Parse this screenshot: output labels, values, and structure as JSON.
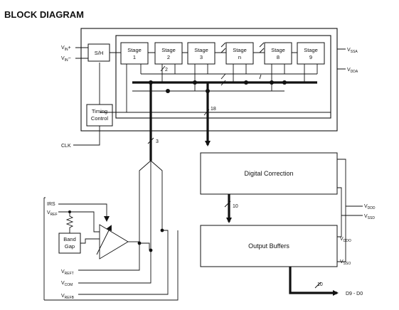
{
  "title": "BLOCK DIAGRAM",
  "sample_hold": "S/H",
  "stages": [
    {
      "name": "Stage",
      "num": "1"
    },
    {
      "name": "Stage",
      "num": "2"
    },
    {
      "name": "Stage",
      "num": "3"
    },
    {
      "name": "Stage",
      "num": "n"
    },
    {
      "name": "Stage",
      "num": "8"
    },
    {
      "name": "Stage",
      "num": "9"
    }
  ],
  "timing": {
    "line1": "Timing",
    "line2": "Control"
  },
  "blocks": {
    "digital_correction": "Digital Correction",
    "output_buffers": "Output Buffers"
  },
  "band_gap": {
    "line1": "Band",
    "line2": "Gap"
  },
  "bus_widths": {
    "stage": "2",
    "timing": "18",
    "ref": "3",
    "correction": "10",
    "output": "10"
  },
  "pins": {
    "vin_plus": {
      "main": "V",
      "sub": "IN",
      "suffix": "+"
    },
    "vin_minus": {
      "main": "V",
      "sub": "IN",
      "suffix": "−"
    },
    "clk": "CLK",
    "vssa": {
      "main": "V",
      "sub": "SSA"
    },
    "vdda": {
      "main": "V",
      "sub": "DDA"
    },
    "irs": "IRS",
    "vref": {
      "main": "V",
      "sub": "REF"
    },
    "vreft": {
      "main": "V",
      "sub": "REFT"
    },
    "vcom": {
      "main": "V",
      "sub": "COM"
    },
    "vrefb": {
      "main": "V",
      "sub": "REFB"
    },
    "vddd": {
      "main": "V",
      "sub": "DDD"
    },
    "vssd": {
      "main": "V",
      "sub": "SSD"
    },
    "vddo": {
      "main": "V",
      "sub": "DDO"
    },
    "vsso": {
      "main": "V",
      "sub": "SSO"
    },
    "outputs": "D9 - D0"
  }
}
